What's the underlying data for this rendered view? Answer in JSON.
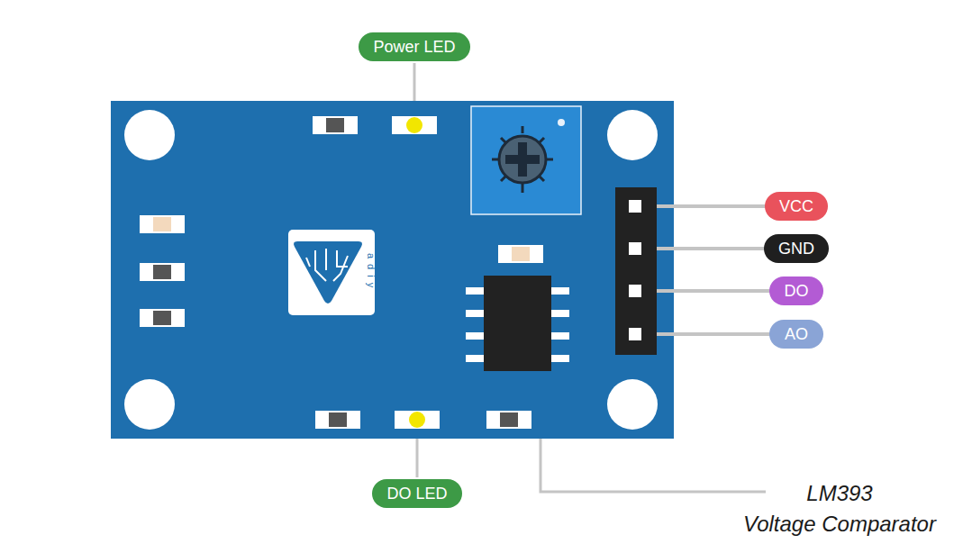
{
  "diagram": {
    "nodes": [
      {
        "text": [
          "Power LED"
        ]
      },
      {
        "text": [
          "VCC"
        ]
      },
      {
        "text": [
          "GND"
        ]
      },
      {
        "text": [
          "DO"
        ]
      },
      {
        "text": [
          "AO"
        ]
      },
      {
        "text": [
          "DO LED"
        ]
      }
    ],
    "labels": [
      "LM393",
      "Voltage Comparator",
      "adiy"
    ]
  }
}
